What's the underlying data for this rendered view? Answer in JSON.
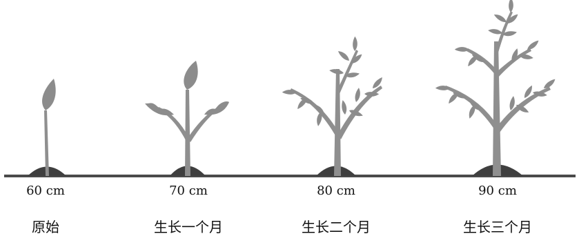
{
  "colors": {
    "stem": "#8f8f8f",
    "leaf": "#8c8c8c",
    "ground": "#4a4a4a",
    "soil": "#3f3f3f"
  },
  "stages": [
    {
      "height": "60 cm",
      "label": "原始"
    },
    {
      "height": "70 cm",
      "label": "生长一个月"
    },
    {
      "height": "80 cm",
      "label": "生长二个月"
    },
    {
      "height": "90 cm",
      "label": "生长三个月"
    }
  ]
}
